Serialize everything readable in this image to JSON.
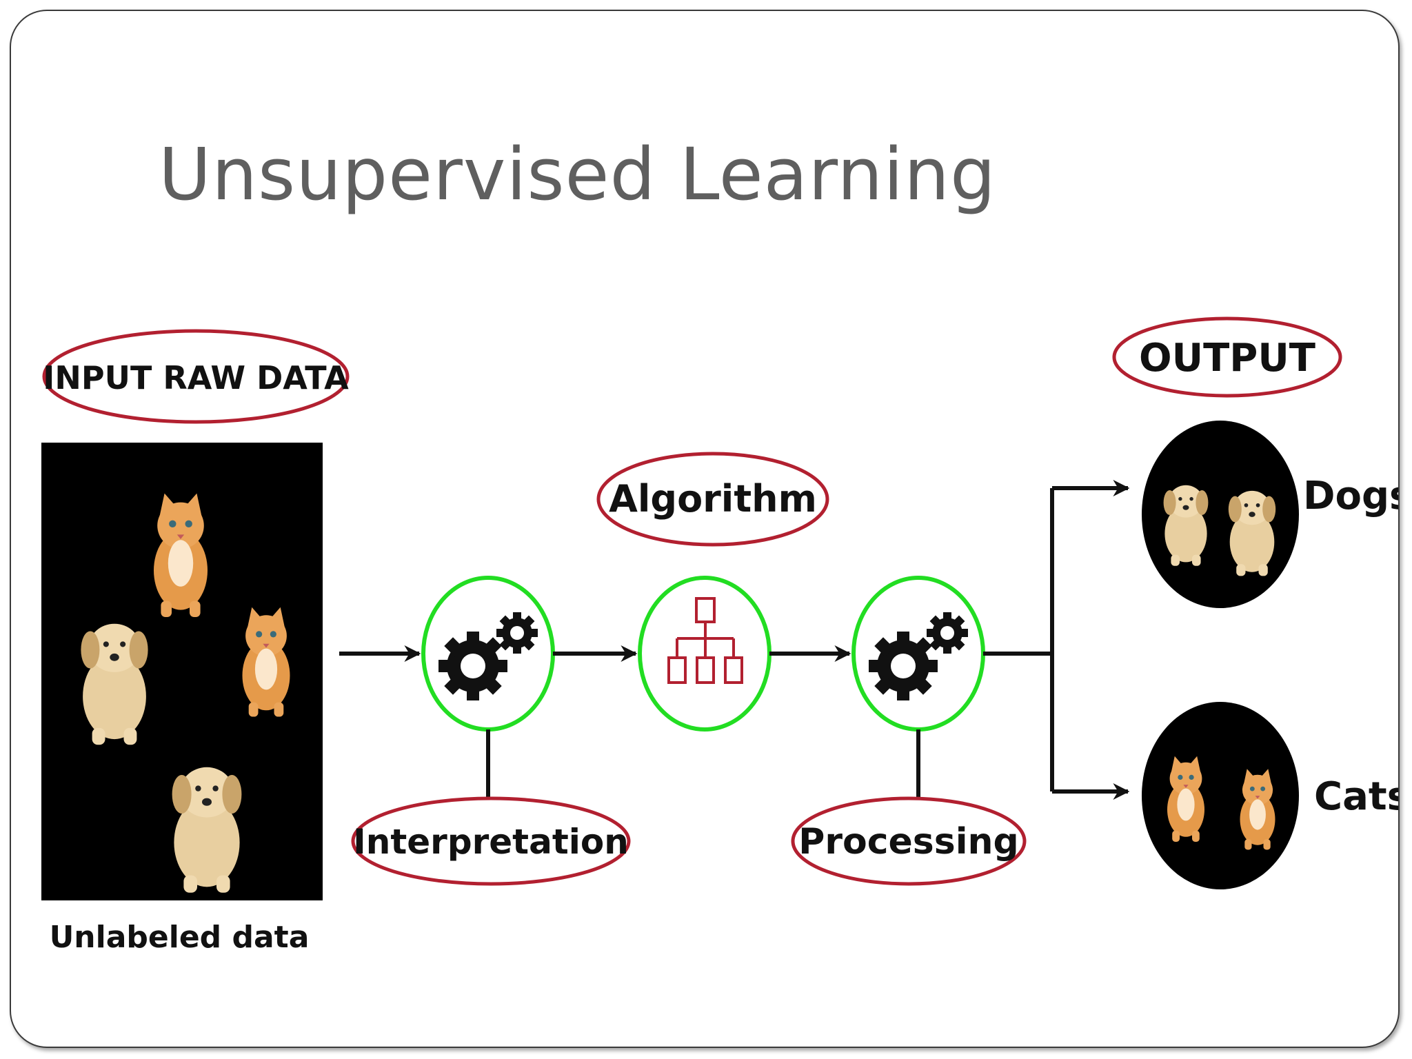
{
  "slide": {
    "title": "Unsupervised Learning"
  },
  "diagram": {
    "input_label": "INPUT RAW DATA",
    "input_caption": "Unlabeled data",
    "algorithm_label": "Algorithm",
    "interpretation_label": "Interpretation",
    "processing_label": "Processing",
    "output_label": "OUTPUT",
    "output_groups": [
      {
        "label": "Dogs"
      },
      {
        "label": "Cats"
      }
    ]
  },
  "icons": [
    "gears-icon",
    "hierarchy-icon",
    "arrow-right-icon",
    "dog-icon",
    "cat-icon"
  ],
  "colors": {
    "title": "#5f5f5f",
    "label_outline": "#b22030",
    "node_outline": "#22dd22",
    "hierarchy_icon": "#b22030",
    "image_background": "#000000",
    "dog_fur": "#e8cfa0",
    "cat_fur": "#e59a4a"
  }
}
